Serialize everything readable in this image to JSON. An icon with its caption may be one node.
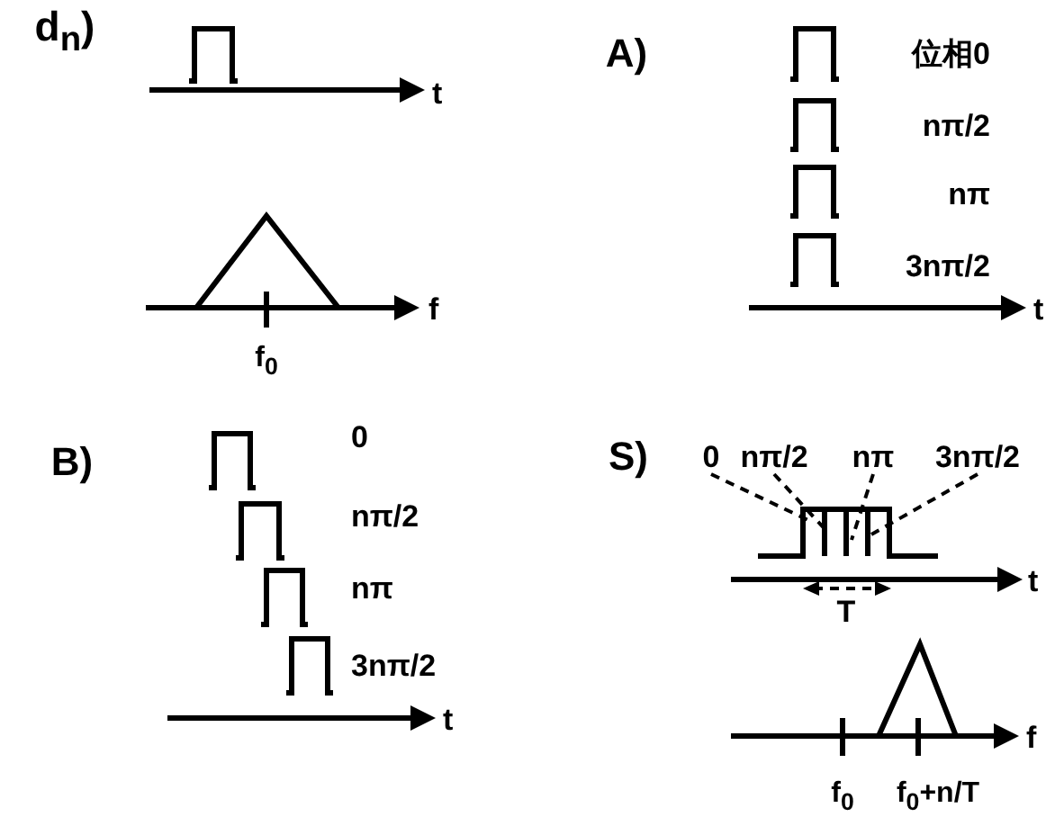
{
  "diagram": {
    "nodes": [
      {
        "text": [
          "0"
        ]
      },
      {
        "text": [
          "nπ/2"
        ]
      },
      {
        "text": [
          "nπ"
        ]
      },
      {
        "text": [
          "3nπ/2"
        ]
      }
    ],
    "edges": [
      {
        "from": 0,
        "to": null,
        "arrow": "none",
        "style": "dashed"
      },
      {
        "from": 1,
        "to": null,
        "arrow": "none",
        "style": "dashed"
      },
      {
        "from": 2,
        "to": null,
        "arrow": "none",
        "style": "dashed"
      },
      {
        "from": 3,
        "to": null,
        "arrow": "none",
        "style": "dashed"
      }
    ],
    "labels": [
      "d$_{n}$)",
      "t",
      "f",
      "f$_{0}$",
      "A)",
      "位相0",
      "nπ/2",
      "nπ",
      "3nπ/2",
      "t",
      "B)",
      "0",
      "nπ/2",
      "nπ",
      "3nπ/2",
      "t",
      "S)",
      "t",
      "T",
      "f",
      "f$_{0}$",
      "f$_{0}$+n/T"
    ]
  }
}
